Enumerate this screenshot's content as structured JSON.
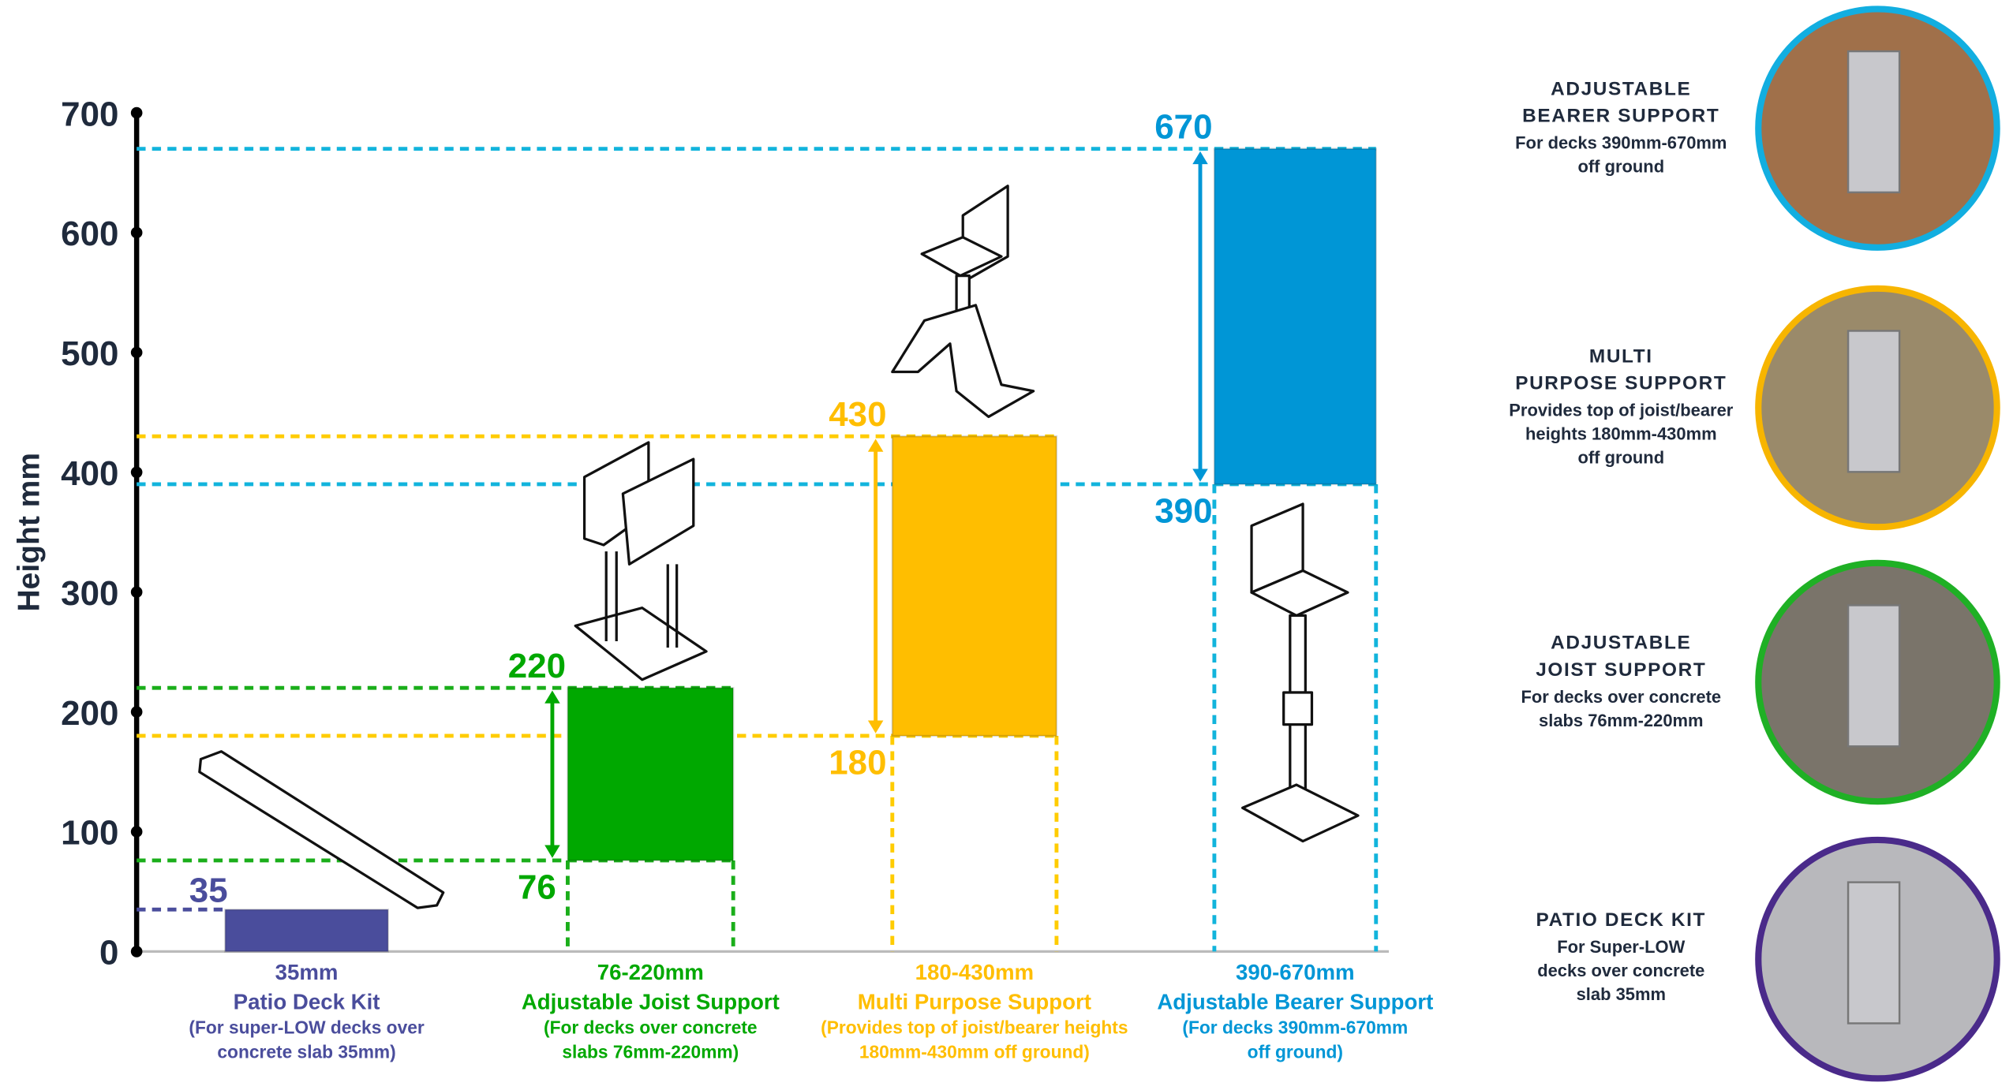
{
  "chart_data": {
    "type": "bar",
    "subtype": "floating-range",
    "ylabel": "Height mm",
    "ylim": [
      0,
      700
    ],
    "yticks": [
      0,
      100,
      200,
      300,
      400,
      500,
      600,
      700
    ],
    "grid": false,
    "series": [
      {
        "name": "Patio Deck Kit",
        "min": 0,
        "max": 35,
        "color": "#4a4d9c",
        "line_color": "#4a4d9c",
        "value_labels": [
          "35"
        ],
        "caption": [
          "35mm",
          "Patio Deck Kit",
          "(For super-LOW decks over",
          "concrete slab 35mm)"
        ]
      },
      {
        "name": "Adjustable Joist Support",
        "min": 76,
        "max": 220,
        "color": "#00a800",
        "line_color": "#1aae1a",
        "value_labels": [
          "76",
          "220"
        ],
        "caption": [
          "76-220mm",
          "Adjustable Joist Support",
          "(For decks over concrete",
          "slabs 76mm-220mm)"
        ]
      },
      {
        "name": "Multi Purpose Support",
        "min": 180,
        "max": 430,
        "color": "#ffbe00",
        "line_color": "#ffcc00",
        "value_labels": [
          "180",
          "430"
        ],
        "caption": [
          "180-430mm",
          "Multi Purpose Support",
          "(Provides top of joist/bearer heights",
          "180mm-430mm off ground)"
        ]
      },
      {
        "name": "Adjustable Bearer Support",
        "min": 390,
        "max": 670,
        "color": "#0096d6",
        "line_color": "#12b4dc",
        "value_labels": [
          "390",
          "670"
        ],
        "caption": [
          "390-670mm",
          "Adjustable Bearer Support",
          "(For decks 390mm-670mm",
          "off ground)"
        ]
      }
    ]
  },
  "products": [
    {
      "title": [
        "ADJUSTABLE",
        "BEARER SUPPORT"
      ],
      "desc": [
        "For decks 390mm-670mm",
        "off ground"
      ],
      "ring": "#12aee0",
      "photo": "#a0704a"
    },
    {
      "title": [
        "MULTI",
        "PURPOSE SUPPORT"
      ],
      "desc": [
        "Provides top of joist/bearer",
        "heights 180mm-430mm",
        "off ground"
      ],
      "ring": "#f7b500",
      "photo": "#9a8a6a"
    },
    {
      "title": [
        "ADJUSTABLE",
        "JOIST SUPPORT"
      ],
      "desc": [
        "For decks over concrete",
        "slabs 76mm-220mm"
      ],
      "ring": "#1fb025",
      "photo": "#7a746a"
    },
    {
      "title": [
        "PATIO DECK KIT"
      ],
      "desc": [
        "For Super-LOW",
        "decks over concrete",
        "slab 35mm"
      ],
      "ring": "#4a2a8a",
      "photo": "#b8b8bc"
    }
  ]
}
